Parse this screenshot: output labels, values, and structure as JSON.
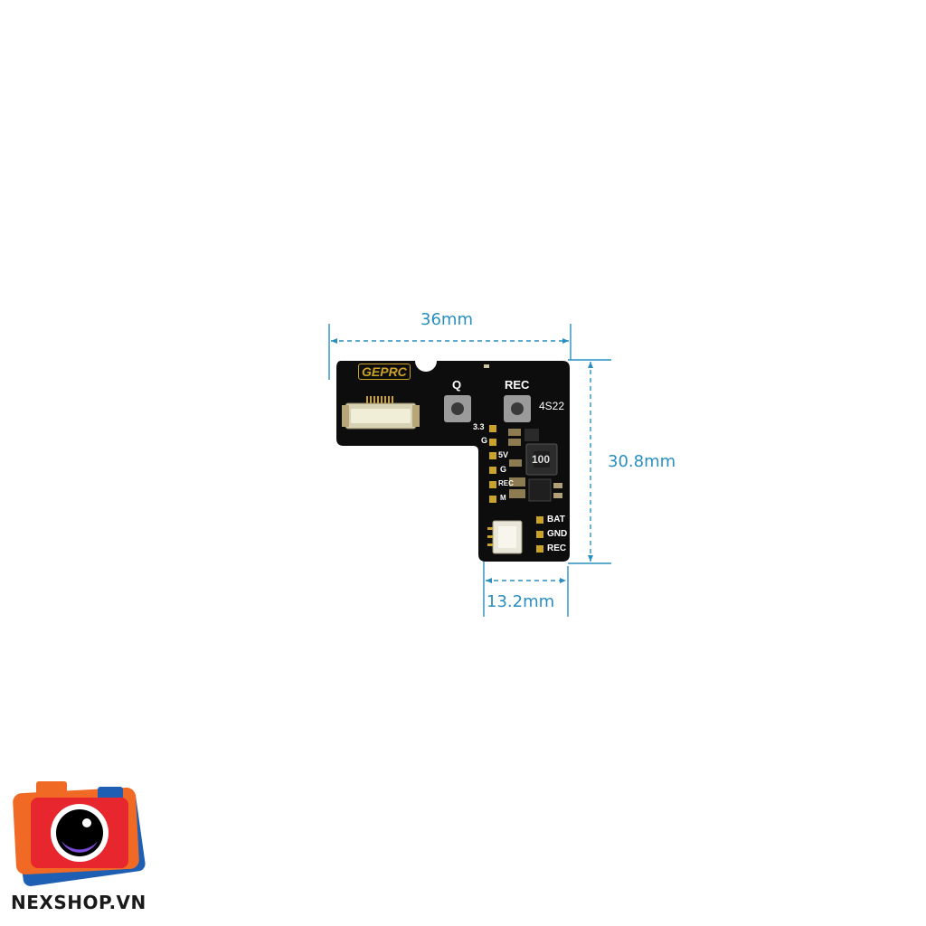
{
  "dimensions": {
    "width_label": "36mm",
    "height_label": "30.8mm",
    "tab_width_label": "13.2mm"
  },
  "board": {
    "brand": "GEPRC",
    "button_q_label": "Q",
    "button_rec_label": "REC",
    "board_code": "4S22",
    "inductor_marking": "100",
    "pad_labels": [
      "3.3",
      "G",
      "5V",
      "G",
      "REC",
      "M"
    ],
    "connector_labels": [
      "BAT",
      "GND",
      "REC"
    ],
    "silk_color": "#ffffff",
    "pad_color": "#c9a227",
    "pcb_color": "#0d0d0d"
  },
  "watermark": {
    "brand": "NEXSHOP.VN"
  }
}
